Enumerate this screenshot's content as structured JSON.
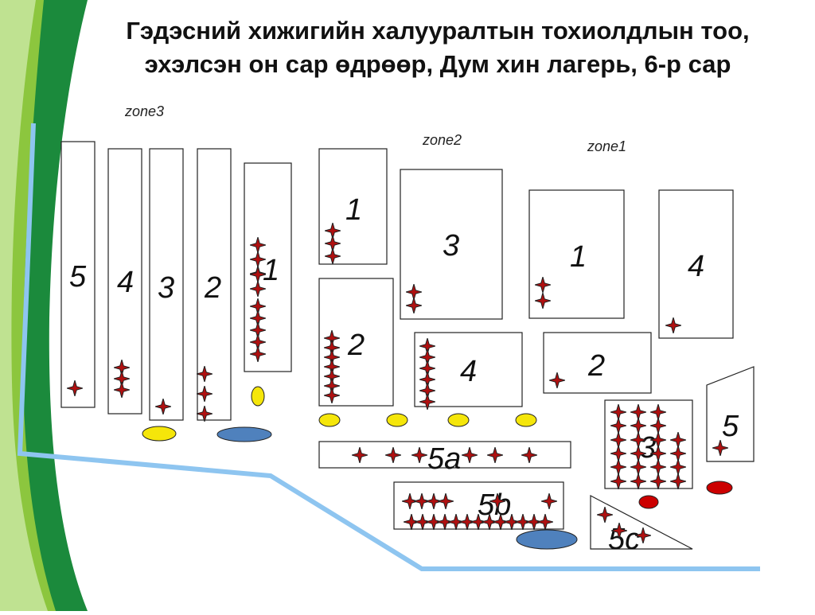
{
  "title_line1": "Гэдэсний хижигийн халууралтын тохиолдлын тоо,",
  "title_line2": "эхэлсэн он сар өдрөөр, Дум хин лагерь, 6-р сар",
  "zones": {
    "zone1": "zone1",
    "zone2": "zone2",
    "zone3": "zone3"
  },
  "blocks": {
    "z3_5": "5",
    "z3_4": "4",
    "z3_3": "3",
    "z3_2": "2",
    "z3_1": "1",
    "z2_1": "1",
    "z2_3": "3",
    "z2_2": "2",
    "z2_4": "4",
    "z1_1": "1",
    "z1_4": "4",
    "z1_2": "2",
    "z1_3": "3",
    "z1_5": "5",
    "b5a": "5a",
    "b5b": "5b",
    "b5c": "5c"
  },
  "colors": {
    "case_marker": "#b01010",
    "latrine": "#f5e60a",
    "water_blue": "#4f81bd",
    "water_red": "#cc0000",
    "road": "#8ec5f0",
    "accent_green_dark": "#1b8a3c",
    "accent_green_light": "#8cc63e"
  },
  "icons": {
    "case": "four-point-star-icon"
  }
}
